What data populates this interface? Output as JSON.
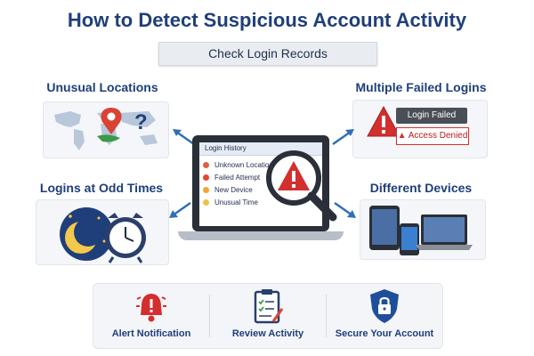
{
  "header": {
    "title": "How to Detect Suspicious Account Activity",
    "subtitle": "Check Login Records"
  },
  "sections": {
    "unusual_locations": {
      "label": "Unusual Locations"
    },
    "failed_logins": {
      "label": "Multiple Failed Logins",
      "status_text": "Login Failed",
      "alert_text": "Access Denied"
    },
    "odd_times": {
      "label": "Logins at Odd Times"
    },
    "different_devices": {
      "label": "Different Devices"
    }
  },
  "laptop": {
    "window_title": "Login History",
    "items": [
      {
        "label": "Unknown Location",
        "color": "#e0603f"
      },
      {
        "label": "Failed Attempt",
        "color": "#e24a2f"
      },
      {
        "label": "New Device",
        "color": "#f0a733"
      },
      {
        "label": "Unusual Time",
        "color": "#f0c24a"
      }
    ]
  },
  "actions": [
    {
      "label": "Alert Notification",
      "icon": "bell-alert-icon"
    },
    {
      "label": "Review Activity",
      "icon": "clipboard-checklist-icon"
    },
    {
      "label": "Secure Your Account",
      "icon": "shield-lock-icon"
    }
  ],
  "colors": {
    "brand": "#1f3f7a",
    "alert": "#d32f2f",
    "map_pin": "#d94335"
  }
}
